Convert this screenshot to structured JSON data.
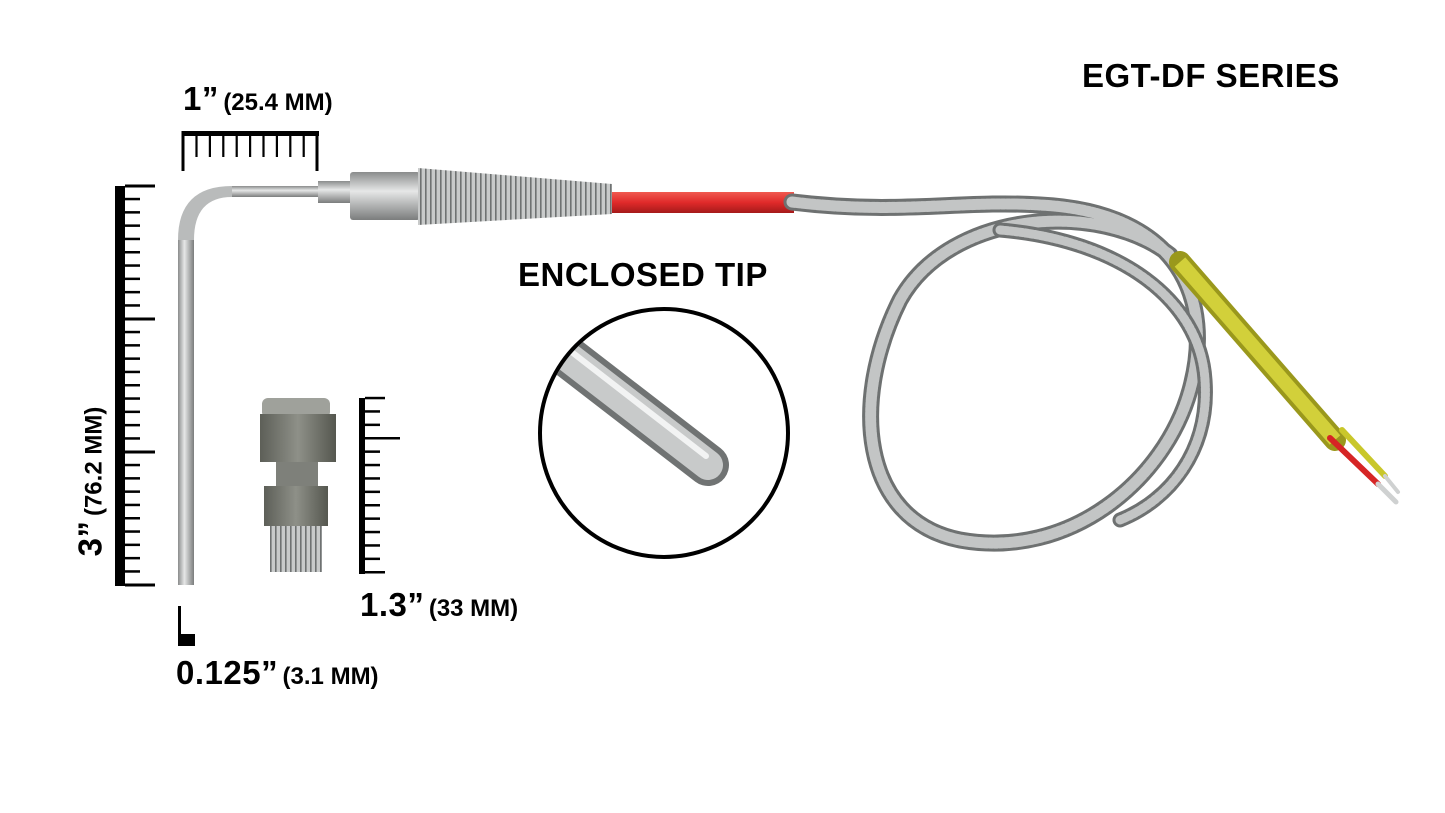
{
  "title": "EGT-DF SERIES",
  "callout": "ENCLOSED TIP",
  "dimensions": {
    "horizontal": {
      "imperial": "1”",
      "metric": "(25.4 MM)"
    },
    "vertical": {
      "imperial": "3”",
      "metric": "(76.2 MM)"
    },
    "fitting": {
      "imperial": "1.3”",
      "metric": "(33 MM)"
    },
    "diameter": {
      "imperial": "0.125”",
      "metric": "(3.1 MM)"
    }
  },
  "colors": {
    "sleeve_red": "#e02a2a",
    "sleeve_yellow": "#c9c72a",
    "metal": "#a9abab"
  }
}
